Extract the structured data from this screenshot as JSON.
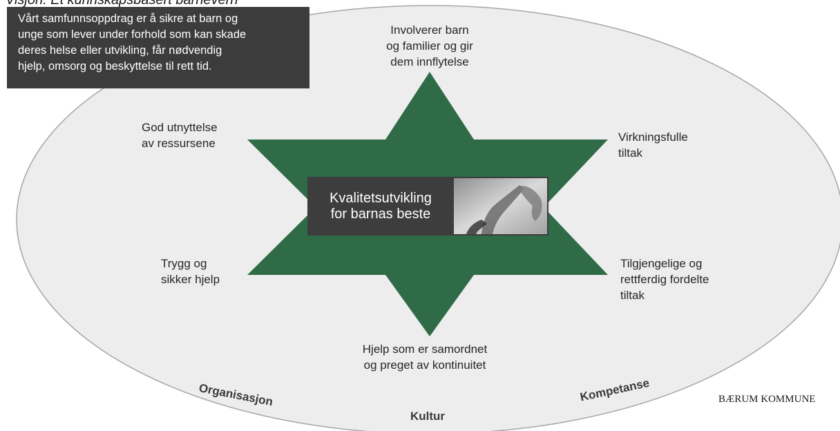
{
  "top_text_cut": "Visjon: Et kunnskapsbasert barnevern",
  "mission": {
    "lines": [
      "Vårt samfunnsoppdrag er å sikre at barn og",
      "unge som lever under forhold som kan skade",
      "deres helse eller utvikling, får nødvendig",
      "hjelp, omsorg og beskyttelse til rett tid."
    ]
  },
  "center": {
    "line1": "Kvalitetsutvikling",
    "line2": "for barnas beste"
  },
  "nodes": {
    "top": [
      "Involverer barn",
      "og familier og gir",
      "dem innflytelse"
    ],
    "upper_left": [
      "God utnyttelse",
      "av ressursene"
    ],
    "upper_right": [
      "Virkningsfulle",
      "tiltak"
    ],
    "lower_left": [
      "Trygg og",
      "sikker hjelp"
    ],
    "lower_right": [
      "Tilgjengelige og",
      "rettferdig fordelte",
      "tiltak"
    ],
    "bottom": [
      "Hjelp som er samordnet",
      "og preget av kontinuitet"
    ]
  },
  "pillars": {
    "left": "Organisasjon",
    "middle": "Kultur",
    "right": "Kompetanse"
  },
  "logo_text": "BÆRUM KOMMUNE",
  "colors": {
    "star": "#2f6b47",
    "dark_box": "#3c3c3c",
    "ellipse_fill": "#ededed",
    "ellipse_stroke": "#a6a6a6"
  }
}
